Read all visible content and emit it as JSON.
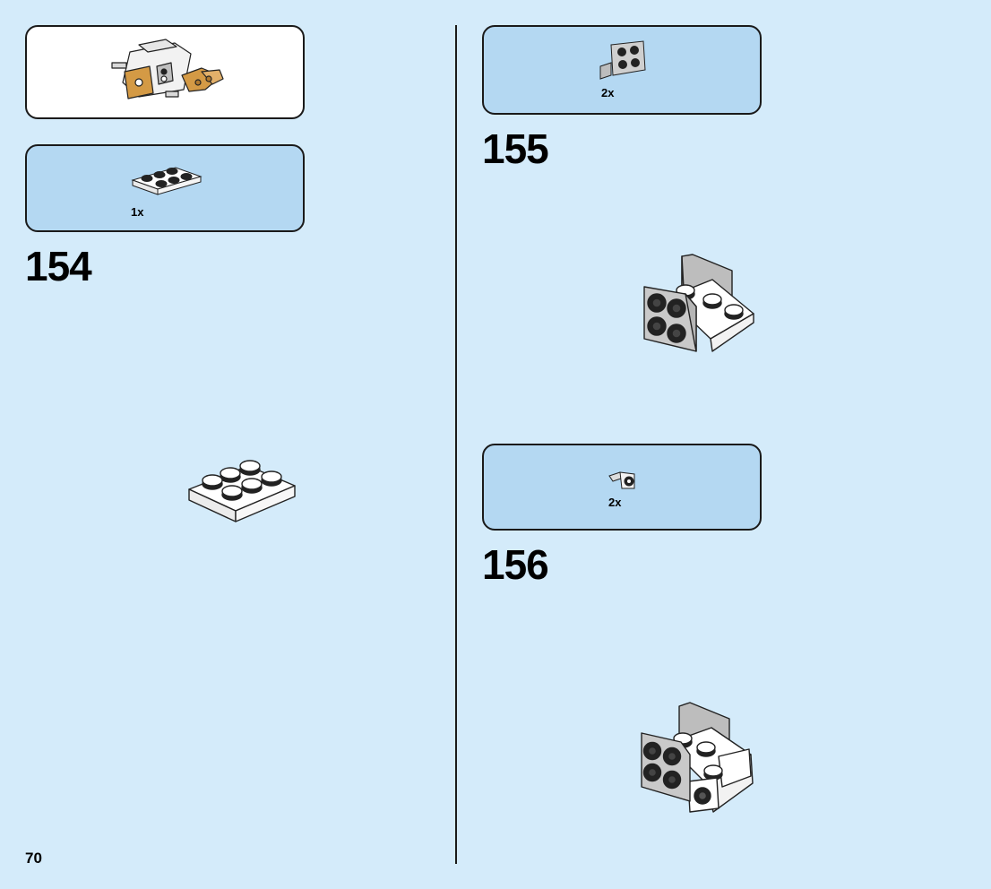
{
  "page": {
    "number": "70"
  },
  "steps": [
    {
      "number": "154",
      "parts": [
        {
          "qty": "1x",
          "icon": "white-plate-2x3-icon"
        }
      ]
    },
    {
      "number": "155",
      "parts": [
        {
          "qty": "2x",
          "icon": "grey-bracket-2x2-icon"
        }
      ]
    },
    {
      "number": "156",
      "parts": [
        {
          "qty": "2x",
          "icon": "white-bracket-1x1-icon"
        }
      ]
    }
  ],
  "colors": {
    "background": "#d4ebfa",
    "parts_box": "#b4d8f2",
    "assembly_box": "#ffffff",
    "brick_white": "#ffffff",
    "brick_grey": "#c8c8c8",
    "gold": "#d49a45"
  }
}
